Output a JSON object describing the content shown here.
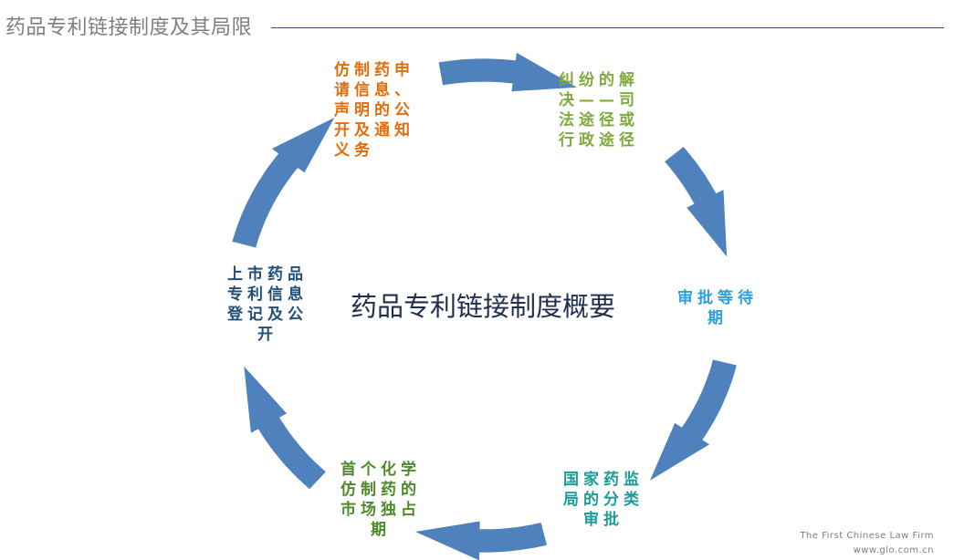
{
  "header": {
    "title": "药品专利链接制度及其局限"
  },
  "diagram": {
    "center": "药品专利链接制度概要",
    "nodes": {
      "top": "仿制药申\n请信息、\n声明的公\n开及通知\n义务",
      "right": "纠纷的解\n决——司\n法途径或\n行政途径",
      "east": "审批等待\n期",
      "bottom": "国家药监\n局的分类\n审批",
      "bottom_left": "首个化学\n仿制药的\n市场独占\n期",
      "left": "上市药品\n专利信息\n登记及公\n开"
    },
    "arrow_color": "#4f81bd"
  },
  "footer": {
    "firm": "The First Chinese Law Firm",
    "url": "www.glo.com.cn"
  }
}
